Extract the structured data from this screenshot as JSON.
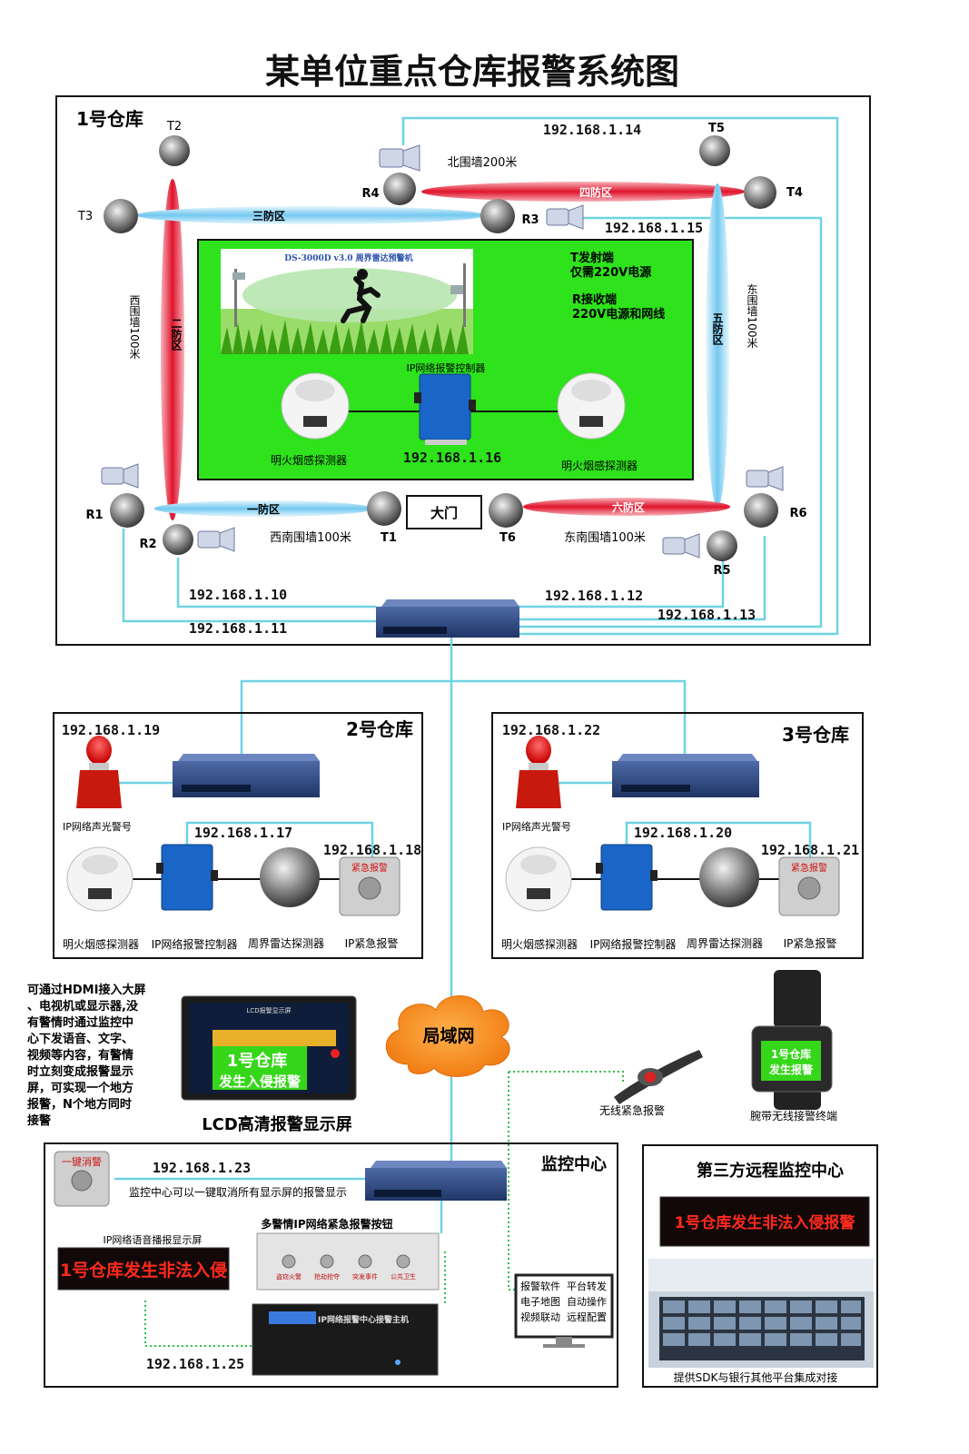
{
  "title": "某单位重点仓库报警系统图",
  "wh1": {
    "name": "1号仓库",
    "labels": {
      "t2": "T2",
      "t3": "T3",
      "t5": "T5",
      "t4": "T4",
      "r4": "R4",
      "r3": "R3",
      "r1": "R1",
      "r2": "R2",
      "t1": "T1",
      "t6": "T6",
      "r6": "R6",
      "r5": "R5"
    },
    "walls": {
      "north": "北围墙200米",
      "west": "西围墙100米",
      "east": "东围墙100米",
      "sw": "西南围墙100米",
      "se": "东南围墙100米"
    },
    "zones": {
      "z1": "一防区",
      "z2": "二防区",
      "z3": "三防区",
      "z4": "四防区",
      "z5": "五防区",
      "z6": "六防区"
    },
    "gate": "大门",
    "ips": {
      "ip14": "192.168.1.14",
      "ip15": "192.168.1.15",
      "ip16": "192.168.1.16",
      "ip10": "192.168.1.10",
      "ip11": "192.168.1.11",
      "ip12": "192.168.1.12",
      "ip13": "192.168.1.13"
    },
    "radar_banner": "DS-3000D v3.0 周界雷达预警机",
    "t_note1": "T发射端",
    "t_note2": "仅需220V电源",
    "r_note1": "R接收端",
    "r_note2": "220V电源和网线",
    "controller": "IP网络报警控制器",
    "smoke_left": "明火烟感探测器",
    "smoke_right": "明火烟感探测器"
  },
  "wh2": {
    "name": "2号仓库",
    "ip_siren": "192.168.1.19",
    "ip_ctrl": "192.168.1.17",
    "ip_btn": "192.168.1.18",
    "siren": "IP网络声光警号",
    "smoke": "明火烟感探测器",
    "controller": "IP网络报警控制器",
    "radar": "周界雷达探测器",
    "button": "IP紧急报警",
    "btn_text": "紧急报警"
  },
  "wh3": {
    "name": "3号仓库",
    "ip_siren": "192.168.1.22",
    "ip_ctrl": "192.168.1.20",
    "ip_btn": "192.168.1.21",
    "siren": "IP网络声光警号",
    "smoke": "明火烟感探测器",
    "controller": "IP网络报警控制器",
    "radar": "周界雷达探测器",
    "button": "IP紧急报警",
    "btn_text": "紧急报警"
  },
  "lan": "局域网",
  "hdmi_note": [
    "可通过HDMI接入大屏",
    "、电视机或显示器,没",
    "有警情时通过监控中",
    "心下发语音、文字、",
    "视频等内容，有警情",
    "时立刻变成报警显示",
    "屏，可实现一个地方",
    "报警，N个地方同时",
    "接警"
  ],
  "lcd": {
    "caption": "LCD高清报警显示屏",
    "screen_line1": "1号仓库",
    "screen_line2": "发生入侵报警",
    "screen_title": "LCD报警显示屏"
  },
  "wrist": {
    "remote": "无线紧急报警",
    "terminal": "腕带无线接警终端",
    "screen1": "1号仓库",
    "screen2": "发生报警"
  },
  "center": {
    "title": "监控中心",
    "cancel_btn": "一键消警",
    "ip23": "192.168.1.23",
    "cancel_note": "监控中心可以一键取消所有显示屏的报警显示",
    "voice_label": "IP网络语音播报显示屏",
    "led_text": "1号仓库发生非法入侵",
    "panel_title": "多警情IP网络紧急报警按钮",
    "panel_buttons": [
      "盗窃火警",
      "抢劫抢夺",
      "突发事件",
      "公共卫生"
    ],
    "host_label": "IP网络报警中心接警主机",
    "ip25": "192.168.1.25",
    "monitor_text": [
      "报警软件",
      "平台转发",
      "电子地图",
      "自动操作",
      "视频联动",
      "远程配置"
    ]
  },
  "remote": {
    "title": "第三方远程监控中心",
    "led_text": "1号仓库发生非法入侵报警",
    "sdk": "提供SDK与银行其他平台集成对接"
  },
  "colors": {
    "cable": "#6fd3e3",
    "green": "#2ee21c",
    "red_zone": "#e8233a",
    "blue_zone": "#8ed3f5"
  }
}
